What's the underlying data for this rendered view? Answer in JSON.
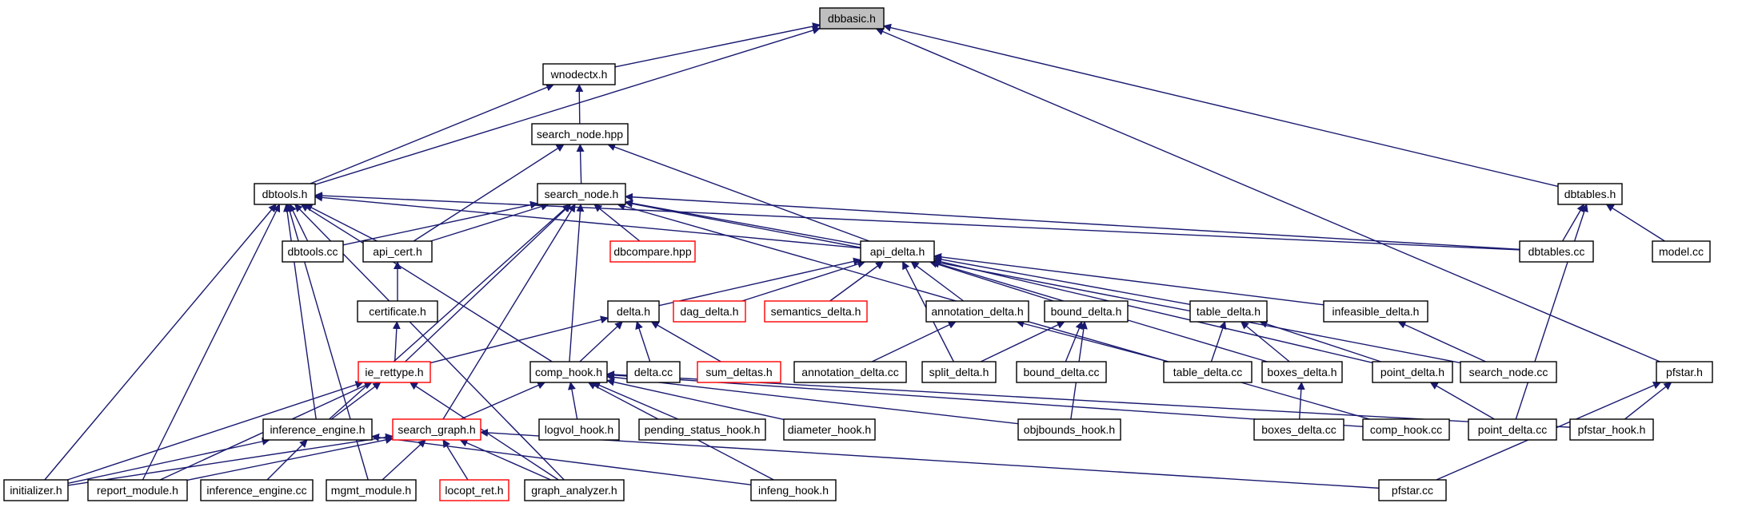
{
  "colors": {
    "edge": "#191970",
    "node_border": "#000000",
    "incomplete_node_border": "#ff0000",
    "focus_fill": "#bfbfbf",
    "node_fill": "#ffffff"
  },
  "nodes": {
    "dbbasic_h": "dbbasic.h",
    "wnodectx_h": "wnodectx.h",
    "search_node_hpp": "search_node.hpp",
    "dbtools_h": "dbtools.h",
    "search_node_h": "search_node.h",
    "dbtables_h": "dbtables.h",
    "dbtools_cc": "dbtools.cc",
    "api_cert_h": "api_cert.h",
    "dbcompare_hpp": "dbcompare.hpp",
    "api_delta_h": "api_delta.h",
    "dbtables_cc": "dbtables.cc",
    "model_cc": "model.cc",
    "certificate_h": "certificate.h",
    "delta_h": "delta.h",
    "dag_delta_h": "dag_delta.h",
    "semantics_delta_h": "semantics_delta.h",
    "annotation_delta_h": "annotation_delta.h",
    "bound_delta_h": "bound_delta.h",
    "table_delta_h": "table_delta.h",
    "infeasible_delta_h": "infeasible_delta.h",
    "ie_rettype_h": "ie_rettype.h",
    "comp_hook_h": "comp_hook.h",
    "delta_cc": "delta.cc",
    "sum_deltas_h": "sum_deltas.h",
    "annotation_delta_cc": "annotation_delta.cc",
    "split_delta_h": "split_delta.h",
    "bound_delta_cc": "bound_delta.cc",
    "table_delta_cc": "table_delta.cc",
    "boxes_delta_h": "boxes_delta.h",
    "point_delta_h": "point_delta.h",
    "search_node_cc": "search_node.cc",
    "pfstar_h": "pfstar.h",
    "inference_engine_h": "inference_engine.h",
    "search_graph_h": "search_graph.h",
    "logvol_hook_h": "logvol_hook.h",
    "pending_status_hook_h": "pending_status_hook.h",
    "diameter_hook_h": "diameter_hook.h",
    "objbounds_hook_h": "objbounds_hook.h",
    "boxes_delta_cc": "boxes_delta.cc",
    "comp_hook_cc": "comp_hook.cc",
    "point_delta_cc": "point_delta.cc",
    "pfstar_hook_h": "pfstar_hook.h",
    "initializer_h": "initializer.h",
    "report_module_h": "report_module.h",
    "inference_engine_cc": "inference_engine.cc",
    "mgmt_module_h": "mgmt_module.h",
    "locopt_ret_h": "locopt_ret.h",
    "graph_analyzer_h": "graph_analyzer.h",
    "infeng_hook_h": "infeng_hook.h",
    "pfstar_cc": "pfstar.cc"
  }
}
